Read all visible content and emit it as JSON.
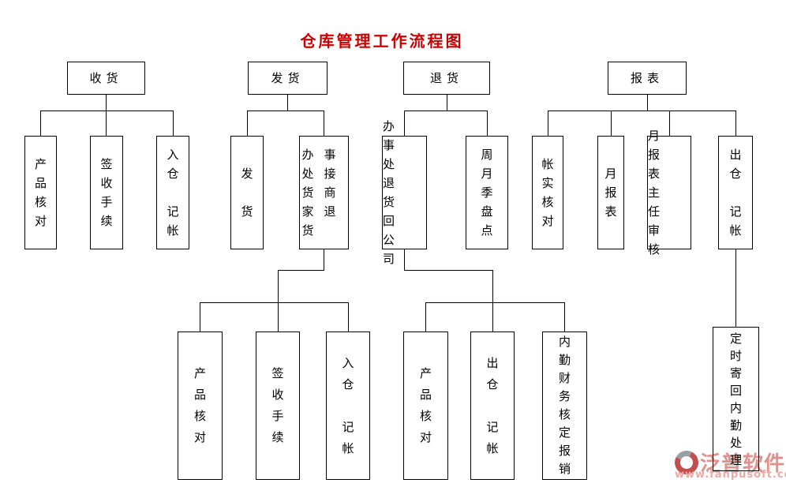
{
  "title": {
    "text": "仓库管理工作流程图",
    "color": "#cc0000"
  },
  "nodes": {
    "shouhuo": "收货",
    "fahuo": "发货",
    "tuihuo": "退货",
    "baobiao": "报表",
    "shou_chanpin_hedui": "产\n品\n核\n对",
    "shou_qianshou_shouxu": "签\n收\n手\n续",
    "shou_rucang_jizhang": "入\n仓\n\n记\n帐",
    "fa_fahuo": "发\n\n货",
    "fa_banshichu_jiehuo": "办事\n处接\n货商\n家退\n货",
    "tui_banshichu_tuihuo": "办事\n处退\n货回\n公司",
    "tui_pandian": "周\n月\n季\n盘\n点",
    "bb_zhangshi_hedui": "帐\n实\n核\n对",
    "bb_yuebaobiao": "月\n报\n表",
    "bb_zhuren_shenhe": "月报\n表主\n任审\n核",
    "bb_chucang_jizhang": "出\n仓\n\n记\n帐",
    "fa2_chanpin_hedui": "产\n品\n核\n对",
    "fa2_qianshou_shouxu": "签\n收\n手\n续",
    "fa2_rucang_jizhang": "入\n仓\n\n记\n帐",
    "tui2_chanpin_hedui": "产\n品\n核\n对",
    "tui2_chucang_jizhang": "出\n仓\n\n记\n帐",
    "tui2_neiqin_baoxiao": "内\n勤\n财\n务\n核\n定\n报\n销",
    "bb2_dingshi_jihui": "定\n时\n寄\n回\n内\n勤\n处\n理"
  },
  "watermark": {
    "logo": "fanpu-logo",
    "name": "泛普软件",
    "url": "www.fanpusoft.com",
    "name_color": "#e0918c",
    "url_color": "#eca9a4"
  }
}
